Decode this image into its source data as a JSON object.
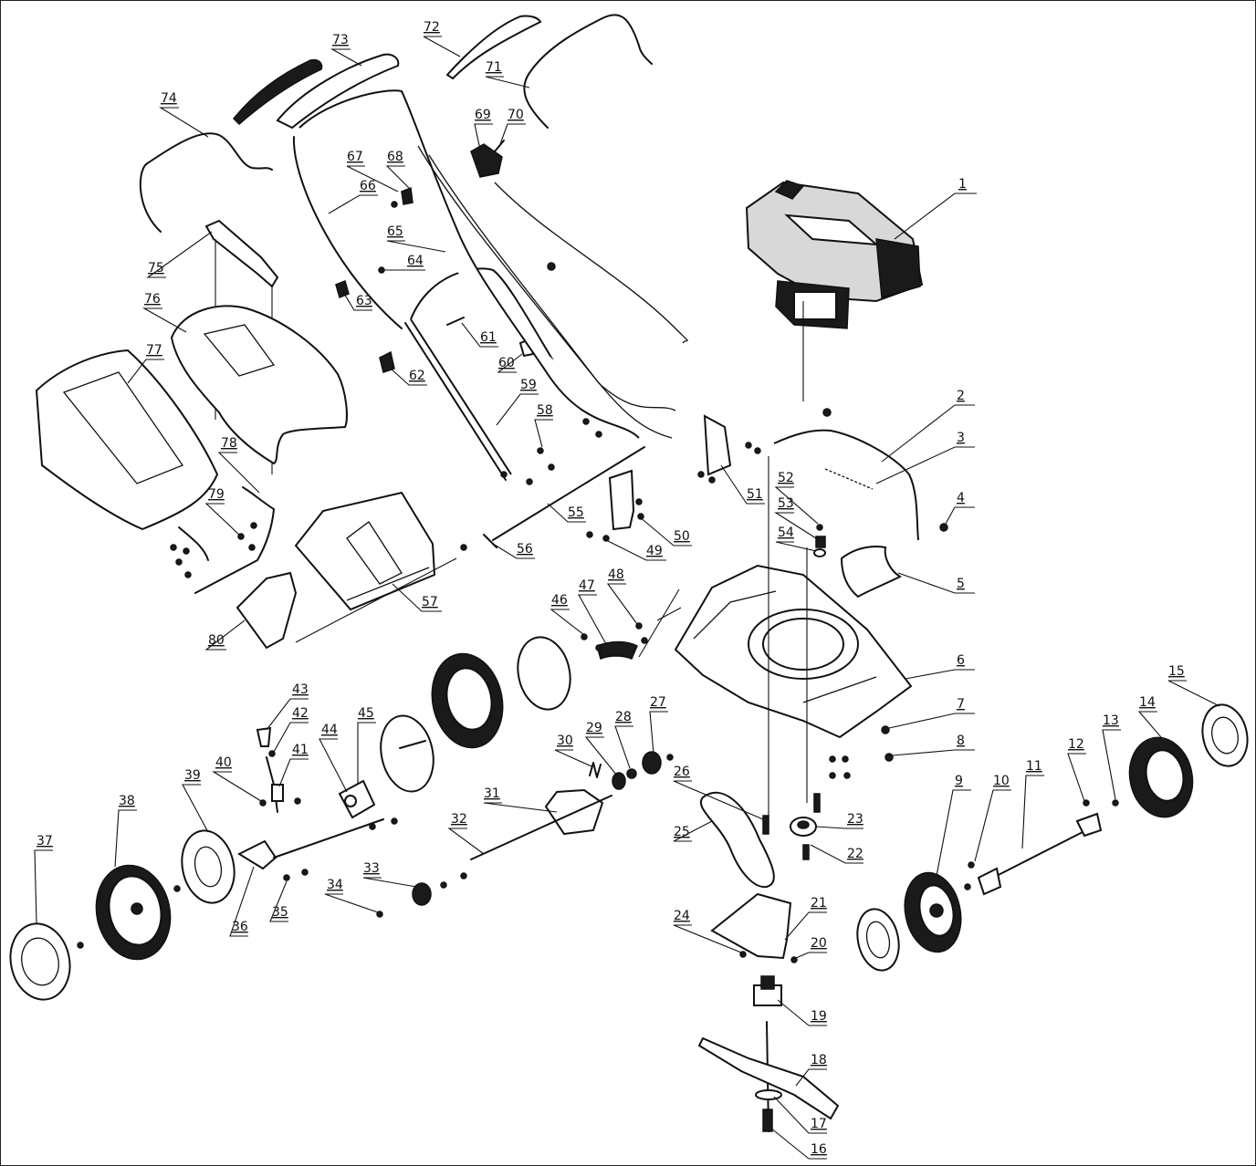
{
  "diagram": {
    "callouts": [
      {
        "id": "c1",
        "label": "1"
      },
      {
        "id": "c2",
        "label": "2"
      },
      {
        "id": "c3",
        "label": "3"
      },
      {
        "id": "c4",
        "label": "4"
      },
      {
        "id": "c5",
        "label": "5"
      },
      {
        "id": "c6",
        "label": "6"
      },
      {
        "id": "c7",
        "label": "7"
      },
      {
        "id": "c8",
        "label": "8"
      },
      {
        "id": "c9",
        "label": "9"
      },
      {
        "id": "c10",
        "label": "10"
      },
      {
        "id": "c11",
        "label": "11"
      },
      {
        "id": "c12",
        "label": "12"
      },
      {
        "id": "c13",
        "label": "13"
      },
      {
        "id": "c14",
        "label": "14"
      },
      {
        "id": "c15",
        "label": "15"
      },
      {
        "id": "c16",
        "label": "16"
      },
      {
        "id": "c17",
        "label": "17"
      },
      {
        "id": "c18",
        "label": "18"
      },
      {
        "id": "c19",
        "label": "19"
      },
      {
        "id": "c20",
        "label": "20"
      },
      {
        "id": "c21",
        "label": "21"
      },
      {
        "id": "c22",
        "label": "22"
      },
      {
        "id": "c23",
        "label": "23"
      },
      {
        "id": "c24",
        "label": "24"
      },
      {
        "id": "c25",
        "label": "25"
      },
      {
        "id": "c26",
        "label": "26"
      },
      {
        "id": "c27",
        "label": "27"
      },
      {
        "id": "c28",
        "label": "28"
      },
      {
        "id": "c29",
        "label": "29"
      },
      {
        "id": "c30",
        "label": "30"
      },
      {
        "id": "c31",
        "label": "31"
      },
      {
        "id": "c32",
        "label": "32"
      },
      {
        "id": "c33",
        "label": "33"
      },
      {
        "id": "c34",
        "label": "34"
      },
      {
        "id": "c35",
        "label": "35"
      },
      {
        "id": "c36",
        "label": "36"
      },
      {
        "id": "c37",
        "label": "37"
      },
      {
        "id": "c38",
        "label": "38"
      },
      {
        "id": "c39",
        "label": "39"
      },
      {
        "id": "c40",
        "label": "40"
      },
      {
        "id": "c41",
        "label": "41"
      },
      {
        "id": "c42",
        "label": "42"
      },
      {
        "id": "c43",
        "label": "43"
      },
      {
        "id": "c44",
        "label": "44"
      },
      {
        "id": "c45",
        "label": "45"
      },
      {
        "id": "c46",
        "label": "46"
      },
      {
        "id": "c47",
        "label": "47"
      },
      {
        "id": "c48",
        "label": "48"
      },
      {
        "id": "c49",
        "label": "49"
      },
      {
        "id": "c50",
        "label": "50"
      },
      {
        "id": "c51",
        "label": "51"
      },
      {
        "id": "c52",
        "label": "52"
      },
      {
        "id": "c53",
        "label": "53"
      },
      {
        "id": "c54",
        "label": "54"
      },
      {
        "id": "c55",
        "label": "55"
      },
      {
        "id": "c56",
        "label": "56"
      },
      {
        "id": "c57",
        "label": "57"
      },
      {
        "id": "c58",
        "label": "58"
      },
      {
        "id": "c59",
        "label": "59"
      },
      {
        "id": "c60",
        "label": "60"
      },
      {
        "id": "c61",
        "label": "61"
      },
      {
        "id": "c62",
        "label": "62"
      },
      {
        "id": "c63",
        "label": "63"
      },
      {
        "id": "c64",
        "label": "64"
      },
      {
        "id": "c65",
        "label": "65"
      },
      {
        "id": "c66",
        "label": "66"
      },
      {
        "id": "c67",
        "label": "67"
      },
      {
        "id": "c68",
        "label": "68"
      },
      {
        "id": "c69",
        "label": "69"
      },
      {
        "id": "c70",
        "label": "70"
      },
      {
        "id": "c71",
        "label": "71"
      },
      {
        "id": "c72",
        "label": "72"
      },
      {
        "id": "c73",
        "label": "73"
      },
      {
        "id": "c74",
        "label": "74"
      },
      {
        "id": "c75",
        "label": "75"
      },
      {
        "id": "c76",
        "label": "76"
      },
      {
        "id": "c77",
        "label": "77"
      },
      {
        "id": "c78",
        "label": "78"
      },
      {
        "id": "c79",
        "label": "79"
      },
      {
        "id": "c80",
        "label": "80"
      }
    ]
  }
}
